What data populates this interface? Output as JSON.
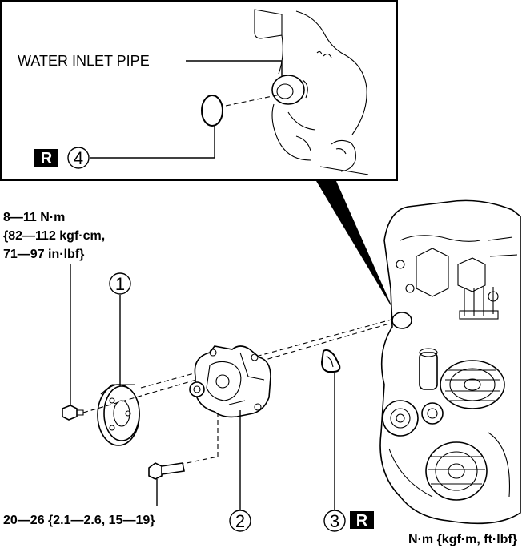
{
  "inset": {
    "water_inlet_pipe_label": "WATER INLET PIPE",
    "callout_4": "4",
    "badge_r": "R"
  },
  "torque_bolt_1": {
    "line1": "8—11 N·m",
    "line2": "{82—112 kgf·cm,",
    "line3": "71—97 in·lbf}"
  },
  "torque_bolt_2": {
    "text": "20—26 {2.1—2.6, 15—19}"
  },
  "callouts": {
    "c1": "1",
    "c2": "2",
    "c3": "3",
    "badge_r": "R"
  },
  "units_note": "N·m {kgf·m, ft·lbf}"
}
